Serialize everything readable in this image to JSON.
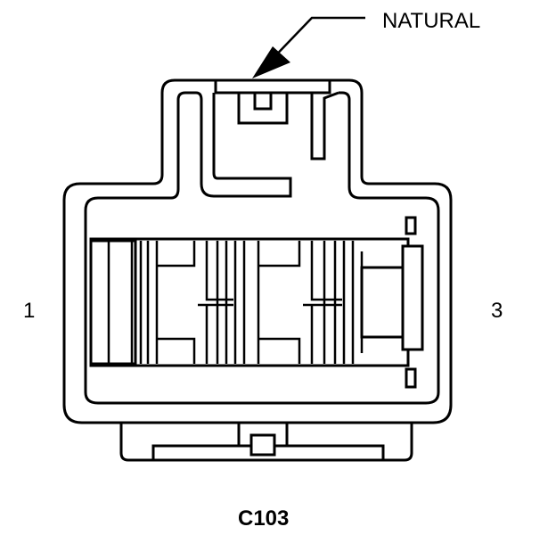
{
  "color_callout": "NATURAL",
  "pin_left": "1",
  "pin_right": "3",
  "connector_id": "C103",
  "stroke_color": "#000000",
  "background_color": "#ffffff"
}
